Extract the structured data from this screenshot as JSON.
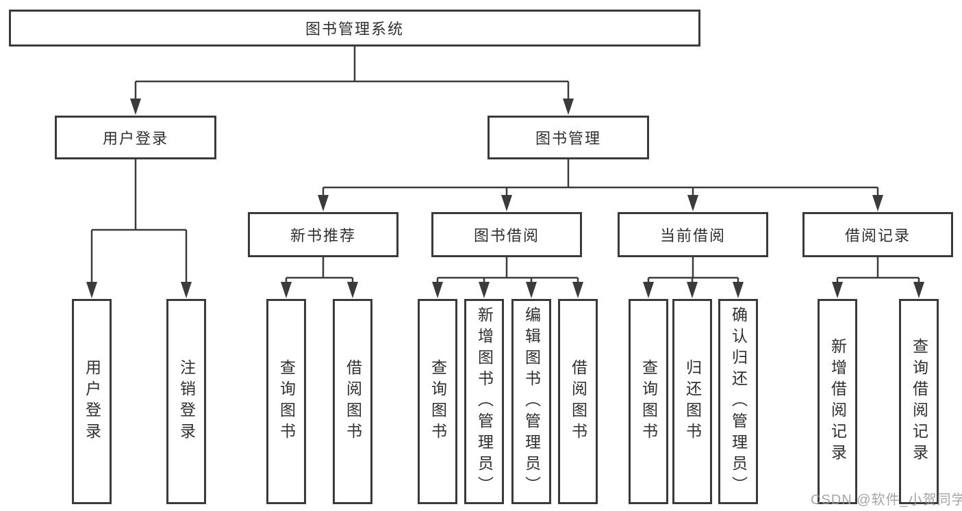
{
  "tree": {
    "label": "图书管理系统",
    "children": [
      {
        "label": "用户登录",
        "children": [
          {
            "label": "用户登录"
          },
          {
            "label": "注销登录"
          }
        ]
      },
      {
        "label": "图书管理",
        "children": [
          {
            "label": "新书推荐",
            "children": [
              {
                "label": "查询图书"
              },
              {
                "label": "借阅图书"
              }
            ]
          },
          {
            "label": "图书借阅",
            "children": [
              {
                "label": "查询图书"
              },
              {
                "label": "新增图书（管理员）"
              },
              {
                "label": "编辑图书（管理员）"
              },
              {
                "label": "借阅图书"
              }
            ]
          },
          {
            "label": "当前借阅",
            "children": [
              {
                "label": "查询图书"
              },
              {
                "label": "归还图书"
              },
              {
                "label": "确认归还（管理员）"
              }
            ]
          },
          {
            "label": "借阅记录",
            "children": [
              {
                "label": "新增借阅记录"
              },
              {
                "label": "查询借阅记录"
              }
            ]
          }
        ]
      }
    ]
  },
  "watermark": {
    "text": "CSDN @软件_小贺同学"
  },
  "colors": {
    "line": "#3b3b3b",
    "box_border": "#3a3a3a",
    "text": "#2f2f2f",
    "background": "#ffffff",
    "watermark": "#989898"
  }
}
